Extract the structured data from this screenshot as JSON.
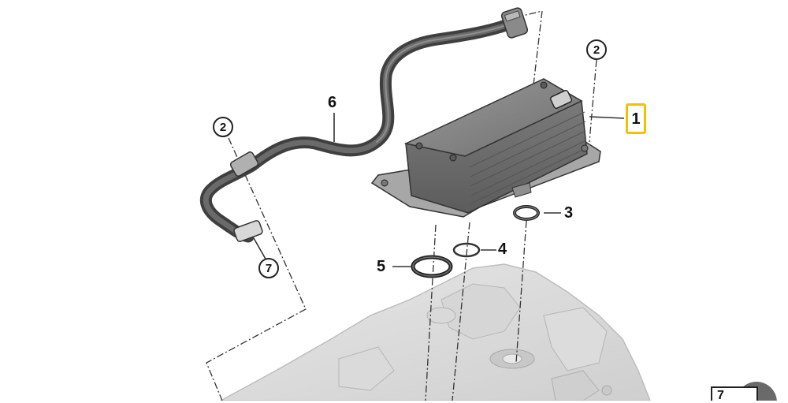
{
  "diagram": {
    "callouts": {
      "part_1": "1",
      "part_2_top_right": "2",
      "part_2_left": "2",
      "part_3": "3",
      "part_4": "4",
      "part_5": "5",
      "part_6": "6",
      "part_7": "7",
      "corner_ref": "7"
    },
    "highlight_color": "#f2c200"
  }
}
